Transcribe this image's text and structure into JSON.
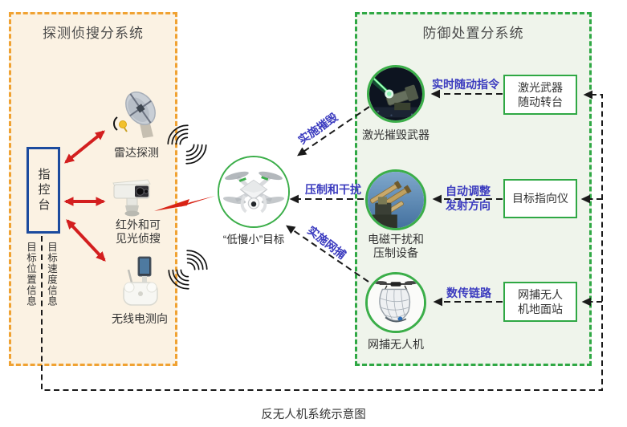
{
  "detection": {
    "title": "探测侦搜分系统",
    "console_label": "指控台",
    "radar_label": "雷达探测",
    "eo_label_line1": "红外和可",
    "eo_label_line2": "见光侦搜",
    "radio_label": "无线电测向",
    "feedback_position": "目标位置信息",
    "feedback_speed": "目标速度信息"
  },
  "target": {
    "label": "“低慢小”目标"
  },
  "engage": {
    "destroy_label": "实施摧毁",
    "suppress_label": "压制和干扰",
    "net_label": "实施网捕"
  },
  "defense": {
    "title": "防御处置分系统",
    "laser": {
      "photo_label": "激光摧毁武器",
      "command_label": "实时随动指令",
      "box_line1": "激光武器",
      "box_line2": "随动转台"
    },
    "jammer": {
      "photo_line1": "电磁干扰和",
      "photo_line2": "压制设备",
      "command_line1": "自动调整",
      "command_line2": "发射方向",
      "box_label": "目标指向仪"
    },
    "netter": {
      "photo_label": "网捕无人机",
      "command_label": "数传链路",
      "box_line1": "网捕无人",
      "box_line2": "机地面站"
    }
  },
  "caption": "反无人机系统示意图",
  "colors": {
    "detect_border": "#F0A232",
    "detect_bg": "#FBF2E3",
    "defense_border": "#2FA844",
    "defense_bg": "#EFF4EB",
    "console_border": "#1C4B9E",
    "arrow_red": "#D31F1F",
    "label_blue": "#3B3BBF",
    "node_green": "#3BAE49",
    "line_black": "#1A1A1A"
  }
}
